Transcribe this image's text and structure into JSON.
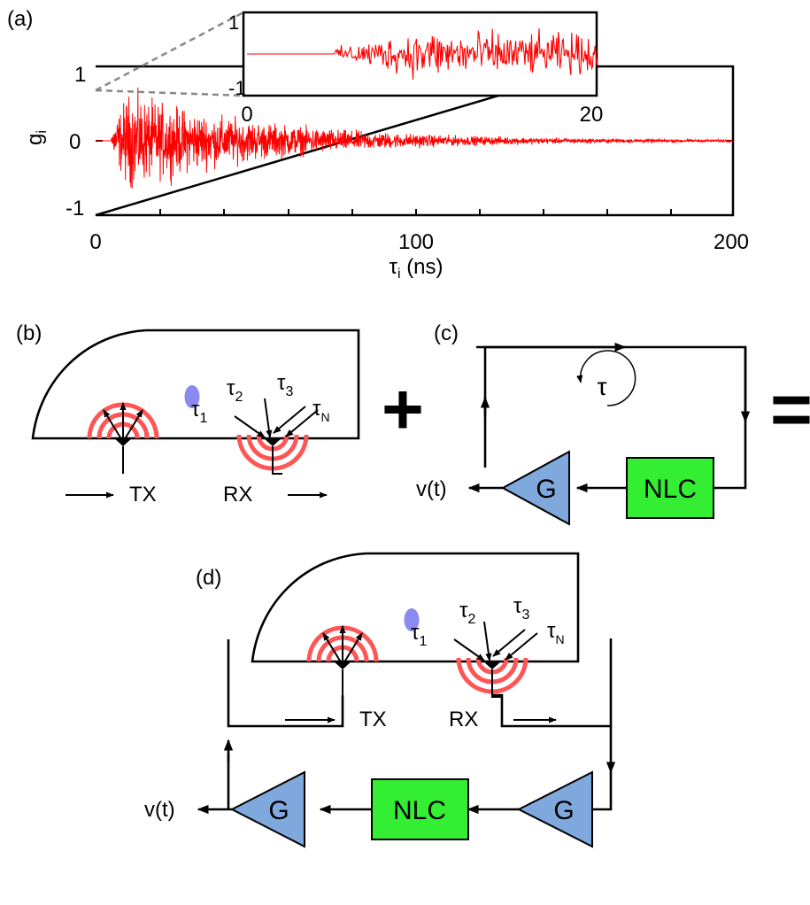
{
  "panel_labels": {
    "a": "(a)",
    "b": "(b)",
    "c": "(c)",
    "d": "(d)"
  },
  "chart_data": [
    {
      "type": "line",
      "xlabel": "τ",
      "xlabel_sub": "i",
      "xlabel_unit": "(ns)",
      "ylabel": "g",
      "ylabel_sub": "i",
      "xlim": [
        0,
        200
      ],
      "ylim": [
        -1,
        1
      ],
      "xticks": [
        "0",
        "100",
        "200"
      ],
      "yticks": [
        "1",
        "0",
        "-1"
      ],
      "grid": false,
      "series_color": "#ff0000",
      "envelope": {
        "onset_ns": 5,
        "peak_ns": 10,
        "peak_amplitude": 0.85,
        "decay_ns": 45
      }
    },
    {
      "type": "line",
      "inset_of": "(a)",
      "xlim": [
        0,
        20
      ],
      "ylim": [
        -1,
        1
      ],
      "xticks": [
        "0",
        "20"
      ],
      "yticks": [
        "1",
        "-1"
      ],
      "series_color": "#ff0000",
      "envelope": {
        "onset_ns": 5,
        "peak_ns": 10,
        "peak_amplitude": 0.85,
        "decay_ns": 45
      }
    }
  ],
  "room": {
    "tx_label": "TX",
    "rx_label": "RX",
    "tau1": "τ",
    "tau1_sub": "1",
    "tau2": "τ",
    "tau2_sub": "2",
    "tau3": "τ",
    "tau3_sub": "3",
    "tauN": "τ",
    "tauN_sub": "N",
    "wave_color": "#ff5555",
    "scatterer_color": "#8a8af0"
  },
  "loop": {
    "tau": "τ",
    "output": "v(t)",
    "gain": "G",
    "nlc": "NLC",
    "gain_color": "#7fa8dc",
    "nlc_color": "#33ee33"
  },
  "operators": {
    "plus": "+",
    "equals": "="
  }
}
